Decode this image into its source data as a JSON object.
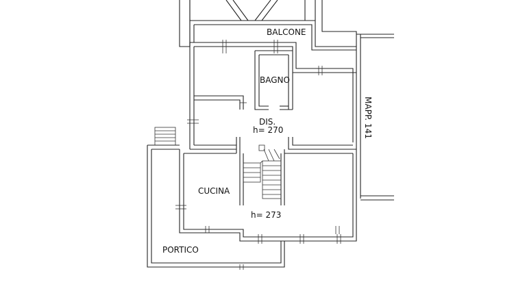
{
  "rooms": {
    "balcone": "BALCONE",
    "bagno": "BAGNO",
    "dis": "DIS.",
    "dis_height": "h= 270",
    "cucina": "CUCINA",
    "main_height": "h= 273",
    "portico": "PORTICO"
  },
  "boundary_label": "MAPP. 141"
}
